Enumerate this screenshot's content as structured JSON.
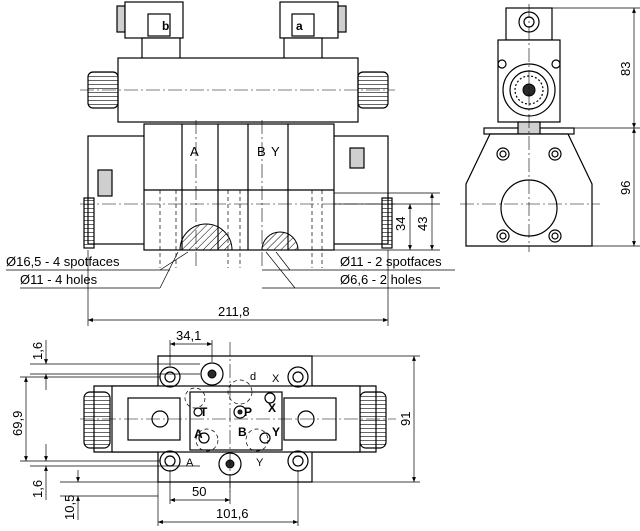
{
  "coil_labels": {
    "left": "b",
    "right": "a"
  },
  "front_view": {
    "port_labels": {
      "a": "A",
      "b": "B",
      "y": "Y"
    },
    "callouts": {
      "spotfaces_left": "Ø16,5 - 4 spotfaces",
      "holes_left": "Ø11 - 4 holes",
      "spotfaces_right": "Ø11 - 2 spotfaces",
      "holes_right": "Ø6,6 - 2 holes"
    },
    "dims": {
      "width": "211,8",
      "d34": "34",
      "d43": "43"
    }
  },
  "side_view": {
    "dims": {
      "d83": "83",
      "d96": "96"
    }
  },
  "top_view": {
    "port_labels": {
      "t": "T",
      "p": "P",
      "x": "X",
      "x2": "X",
      "a": "A",
      "a2": "A",
      "b": "B",
      "y": "Y",
      "y2": "Y",
      "d": "d"
    },
    "dims": {
      "d34_1": "34,1",
      "d1_6_top": "1,6",
      "d69_9": "69,9",
      "d1_6_bottom": "1,6",
      "d10_5": "10,5",
      "d50": "50",
      "d101_6": "101,6",
      "d91": "91"
    }
  }
}
